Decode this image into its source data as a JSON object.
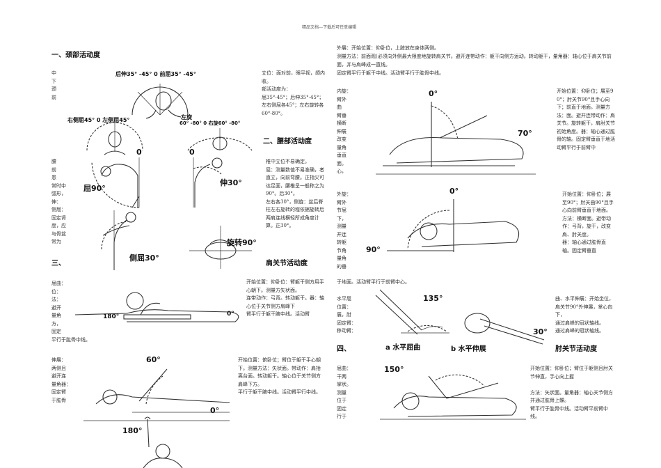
{
  "header": "精品文档---下载后可任意编辑",
  "sections": {
    "neck_title": "一、颈部活动度",
    "lumbar_title": "二、腰部活动度",
    "shoulder_title_num": "三、",
    "shoulder_title": "肩关节活动度",
    "elbow_title_num": "四、",
    "elbow_title": "肘关节活动度"
  },
  "neck": {
    "side_text": "中\n下\n颈\n前",
    "right_text": "立位：面对前，眼平视，颌内收。\n部活动度为：\n屈35°-45°；后伸35°-45°；左右侧屈各45°；左右旋转各60°-80°。",
    "labels": {
      "flex_ext": "后伸35° -45°  0  前屈35° -45°",
      "lat": "右侧屈45°  0  左侧屈45°",
      "rot_left": "左旋",
      "rot": "60° -80°  0  右旋60° -80°"
    }
  },
  "lumbar": {
    "left_text": "腰\n前\n患\n常时中\n弧形，\n伸：\n侧屈：\n固定肾\n度，应\n与骨盆\n常为",
    "right_text": "椎中立位不易确定。\n屈：测量数值不易准确，者直立，向前弯腰。正指尖可达足面，腰椎呈一般称之为90°。后30°。\n左右各30°，侧旋：盆后脊柱左右旋转的程依据旋转后两肩连线横轻所成角度计算。正30°。",
    "labels": {
      "zero_a": "0",
      "zero_b": "0",
      "flex": "屈90°",
      "ext": "伸30°",
      "lat": "侧屈30°",
      "rot": "旋转90°"
    }
  },
  "shoulder_flexion": {
    "left_text": "屈曲：\n位：\n法：\n避开\n量角\n方，\n固定\n平行于肱骨中线。",
    "right_text": "开始位置：仰卧位：臂躯干侧方用手心朝下。测量方矢状面。\n连带动作：弓背。转动躯干。器：轴心位于关节侧方肩峰下\n臂平行于躯干腋中线。活动臂",
    "deg_a": "180°",
    "deg_b": "0°"
  },
  "shoulder_extension": {
    "left_text": "伸展：\n两侧且\n避开连\n量角器：\n固定臂\n于肱骨",
    "right_text": "开始位置：俯卧位；臂位于躯干手心朝下。测量方法：矢状面。带动作：肩抬离台面。转动躯干。轴心位于关节侧方肩峰下方。\n平行于躯干腋中线。活动臂平行中线。",
    "deg_a": "60°",
    "deg_b": "0°"
  },
  "shoulder_abduction": {
    "deg": "180°"
  },
  "top_right": {
    "text_1": "外展：开始位置：仰卧位，上肢放在身体两侧。",
    "text_2": "测量方法：前面观(必须向外侧最大限度地旋转肩关节。避开连带动作：躯干向侧方运动。转动躯干，量角器：轴心位于肩关节前面，并与肩峰成一直线。",
    "text_3": "固定臂平行于躯干中线。活动臂平行于肱骨中线。"
  },
  "internal_rotation": {
    "left_text": "内旋：\n臂外\n曲\n臂垂\n横断\n伸展\n改变\n量角\n垂直\n面。\n心，",
    "right_text": "开始位置：仰卧位；展至90°；肘关节90°且手心向下；前直于地面。测量方法：面。避开连带动作：肩关节。旋转躯干，肩肘关节初始角度。器：轴心通过肱骨的轴。固定臂垂直于地活动臂平行于前臂中",
    "deg_a": "0°",
    "deg_b": "70°"
  },
  "external_rotation": {
    "left_text": "外旋：\n臂外\n节屈\n下，\n测量\n开连\n转躯\n节角\n量角\n的垂",
    "bottom_text": "于地面。活动臂平行于前臂中心。",
    "right_text": "开始位置：仰卧位；展至90°；肘关曲90°且手心向前臂垂直于地面。方法：横断面。避带动作：弓背，旋干，改变肩、肘关度。\n器：轴心通过肱骨直轴。固定臂垂直",
    "deg_a": "0°",
    "deg_b": "90°"
  },
  "horizontal": {
    "left_text": "水平屈\n位置：\n展，肘\n固定臂：\n移动臂：",
    "right_text": "曲、水平伸展：开始坐位，肩关节90°外伸展，掌心向下，\n通过肩峰的冠状轴线。\n通过肩峰的冠状轴线。",
    "deg_a": "135°",
    "deg_b": "30°",
    "caption_a": "a 水平屈曲",
    "caption_b": "b 水平伸展"
  },
  "elbow": {
    "left_text": "屈曲：\n干两\n掌状。\n测量\n位于\n固定\n行于",
    "right_text": "开始位置：仰卧位；臂位于躯侧且肘关节伸直，手心向上握\n\n方法：矢状面。量角器：轴心关节侧方并通过肱骨上髁。\n臂平行于肱骨中线。活动臂平前臂中线。",
    "deg": "150°"
  }
}
